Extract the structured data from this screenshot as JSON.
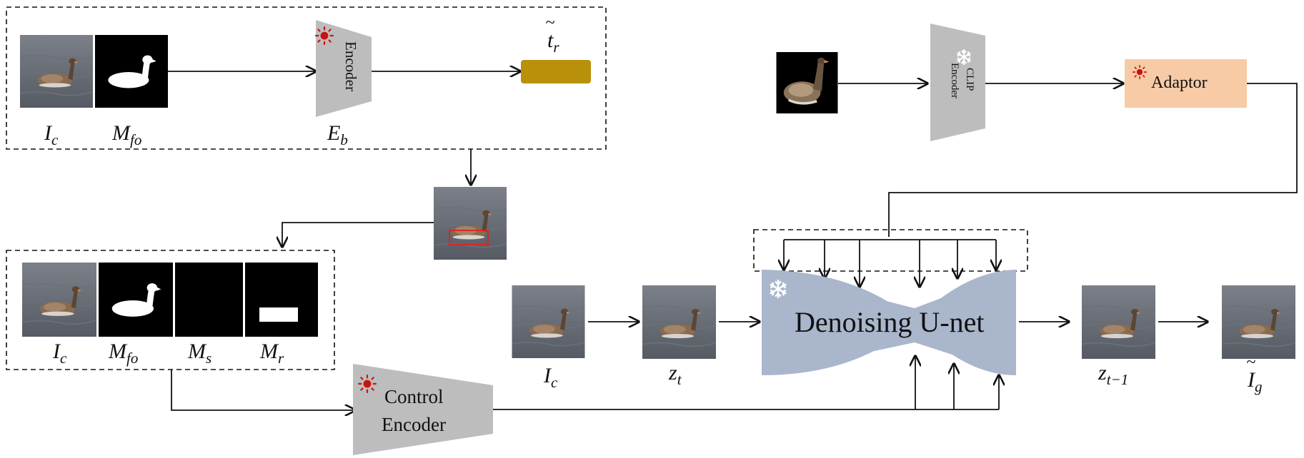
{
  "top_panel": {
    "ic_label": "I",
    "ic_sub": "c",
    "mfo_label": "M",
    "mfo_sub": "fo",
    "encoder_text": "Encoder",
    "eb_label": "E",
    "eb_sub": "b",
    "tr_label": "t",
    "tr_sub": "r",
    "token_color": "#b8900a"
  },
  "clip_branch": {
    "clip_text_1": "CLIP",
    "clip_text_2": "Encoder",
    "adaptor_text": "Adaptor",
    "adaptor_color": "#f7cba5"
  },
  "mask_panel": {
    "ic_label": "I",
    "ic_sub": "c",
    "mfo_label": "M",
    "mfo_sub": "fo",
    "ms_label": "M",
    "ms_sub": "s",
    "mr_label": "M",
    "mr_sub": "r"
  },
  "control_encoder": {
    "line1": "Control",
    "line2": "Encoder"
  },
  "denoising": {
    "ic_label": "I",
    "ic_sub": "c",
    "zt_label": "z",
    "zt_sub": "t",
    "unet_text": "Denoising U-net",
    "unet_color": "#a9b6cc",
    "zt1_label": "z",
    "zt1_sub": "t−1",
    "ig_label": "I",
    "ig_sub": "g"
  },
  "colors": {
    "encoder_gray": "#bdbdbd",
    "trainable_icon": "#cc1111",
    "frozen_icon": "#ffffff"
  }
}
